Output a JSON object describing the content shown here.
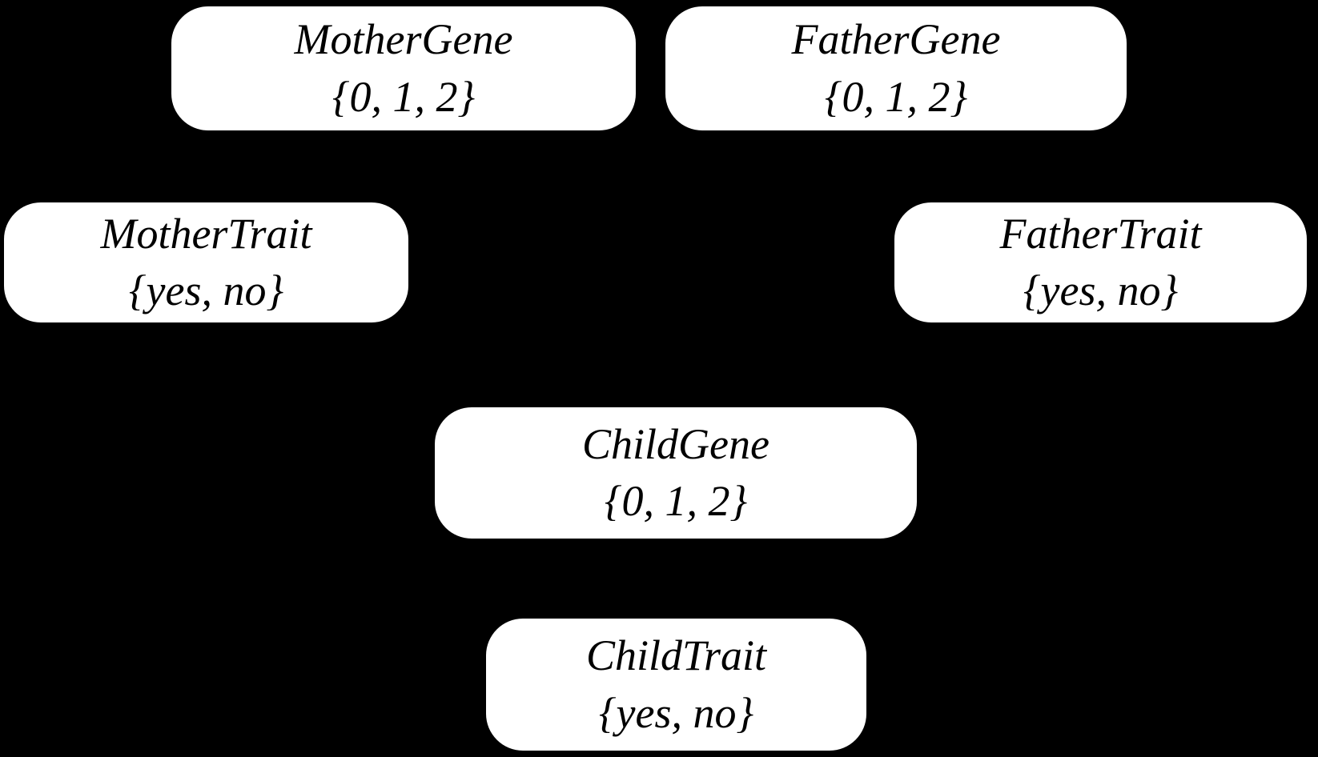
{
  "diagram": {
    "type": "bayesian-network",
    "background_color": "#000000",
    "node_fill_color": "#ffffff",
    "node_text_color": "#000000",
    "nodes": {
      "mother_gene": {
        "label": "MotherGene",
        "domain": "{0, 1, 2}"
      },
      "father_gene": {
        "label": "FatherGene",
        "domain": "{0, 1, 2}"
      },
      "mother_trait": {
        "label": "MotherTrait",
        "domain": "{yes, no}"
      },
      "father_trait": {
        "label": "FatherTrait",
        "domain": "{yes, no}"
      },
      "child_gene": {
        "label": "ChildGene",
        "domain": "{0, 1, 2}"
      },
      "child_trait": {
        "label": "ChildTrait",
        "domain": "{yes, no}"
      }
    }
  }
}
